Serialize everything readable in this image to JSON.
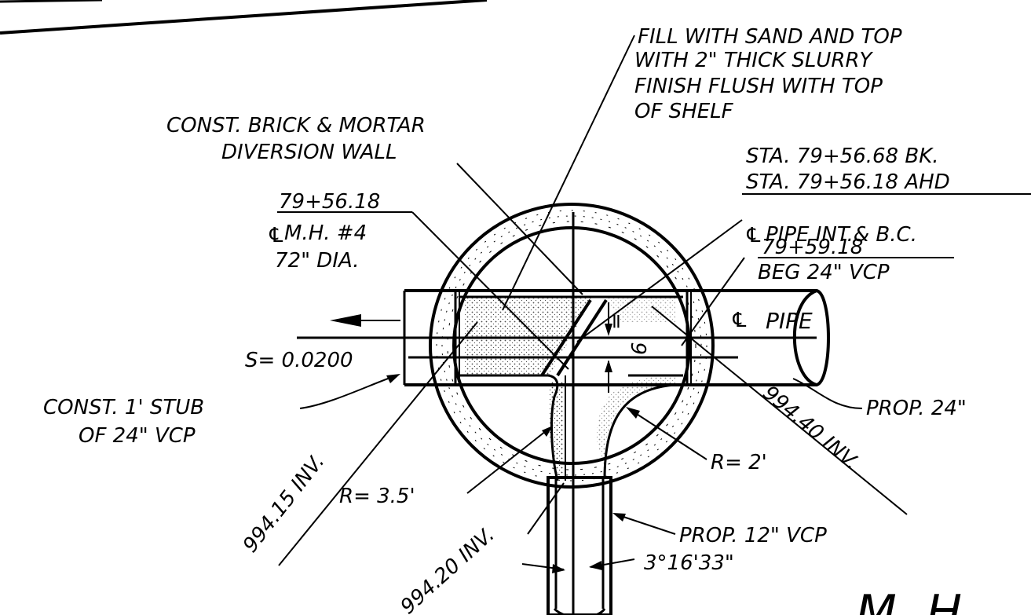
{
  "notes": {
    "fill_note": [
      "FILL WITH SAND AND TOP",
      "WITH 2\" THICK SLURRY",
      "FINISH FLUSH WITH TOP",
      "OF SHELF"
    ],
    "diversion_wall": [
      "CONST. BRICK & MORTAR",
      "DIVERSION WALL"
    ],
    "manhole_station": "79+56.18",
    "manhole_id": "M.H. #4",
    "manhole_dia": "72\" DIA.",
    "station_bk": "STA.  79+56.68 BK.",
    "station_ahd": "STA.  79+56.18 AHD",
    "pipe_int": "PIPE INT.& B.C.",
    "beg_station": "79+59.18",
    "beg_pipe": "BEG 24\" VCP",
    "pipe_centerline": "PIPE",
    "slope": "S= 0.0200",
    "stub": [
      "CONST. 1' STUB",
      "OF 24\" VCP"
    ],
    "inv_left": "994.15 INV.",
    "inv_right": "994.40 INV.",
    "inv_bottom": "994.20 INV.",
    "radius_small": "R= 2'",
    "radius_large": "R= 3.5'",
    "prop_24": "PROP. 24\"",
    "prop_12": "PROP. 12\" VCP",
    "angle": "3°16'33\"",
    "dim_eq_1": "=",
    "dim_eq_2": "=",
    "dim_six": "6",
    "title_partial": "M. H."
  }
}
